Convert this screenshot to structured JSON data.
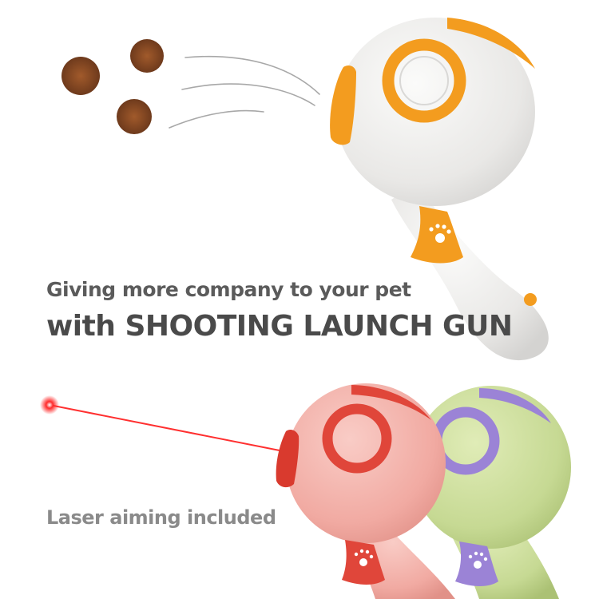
{
  "headline": {
    "line1": "Giving more company to your pet",
    "line2": "with SHOOTING LAUNCH GUN"
  },
  "caption": "Laser aiming included",
  "colors": {
    "orange": "#f39c1f",
    "white_body": "#ecebe9",
    "pink_body": "#f3b2ab",
    "red_accent": "#e0463a",
    "green_body": "#c9dc98",
    "purple_accent": "#9b83d6",
    "laser": "#ff2a2a",
    "treat": "#8b4a23"
  }
}
